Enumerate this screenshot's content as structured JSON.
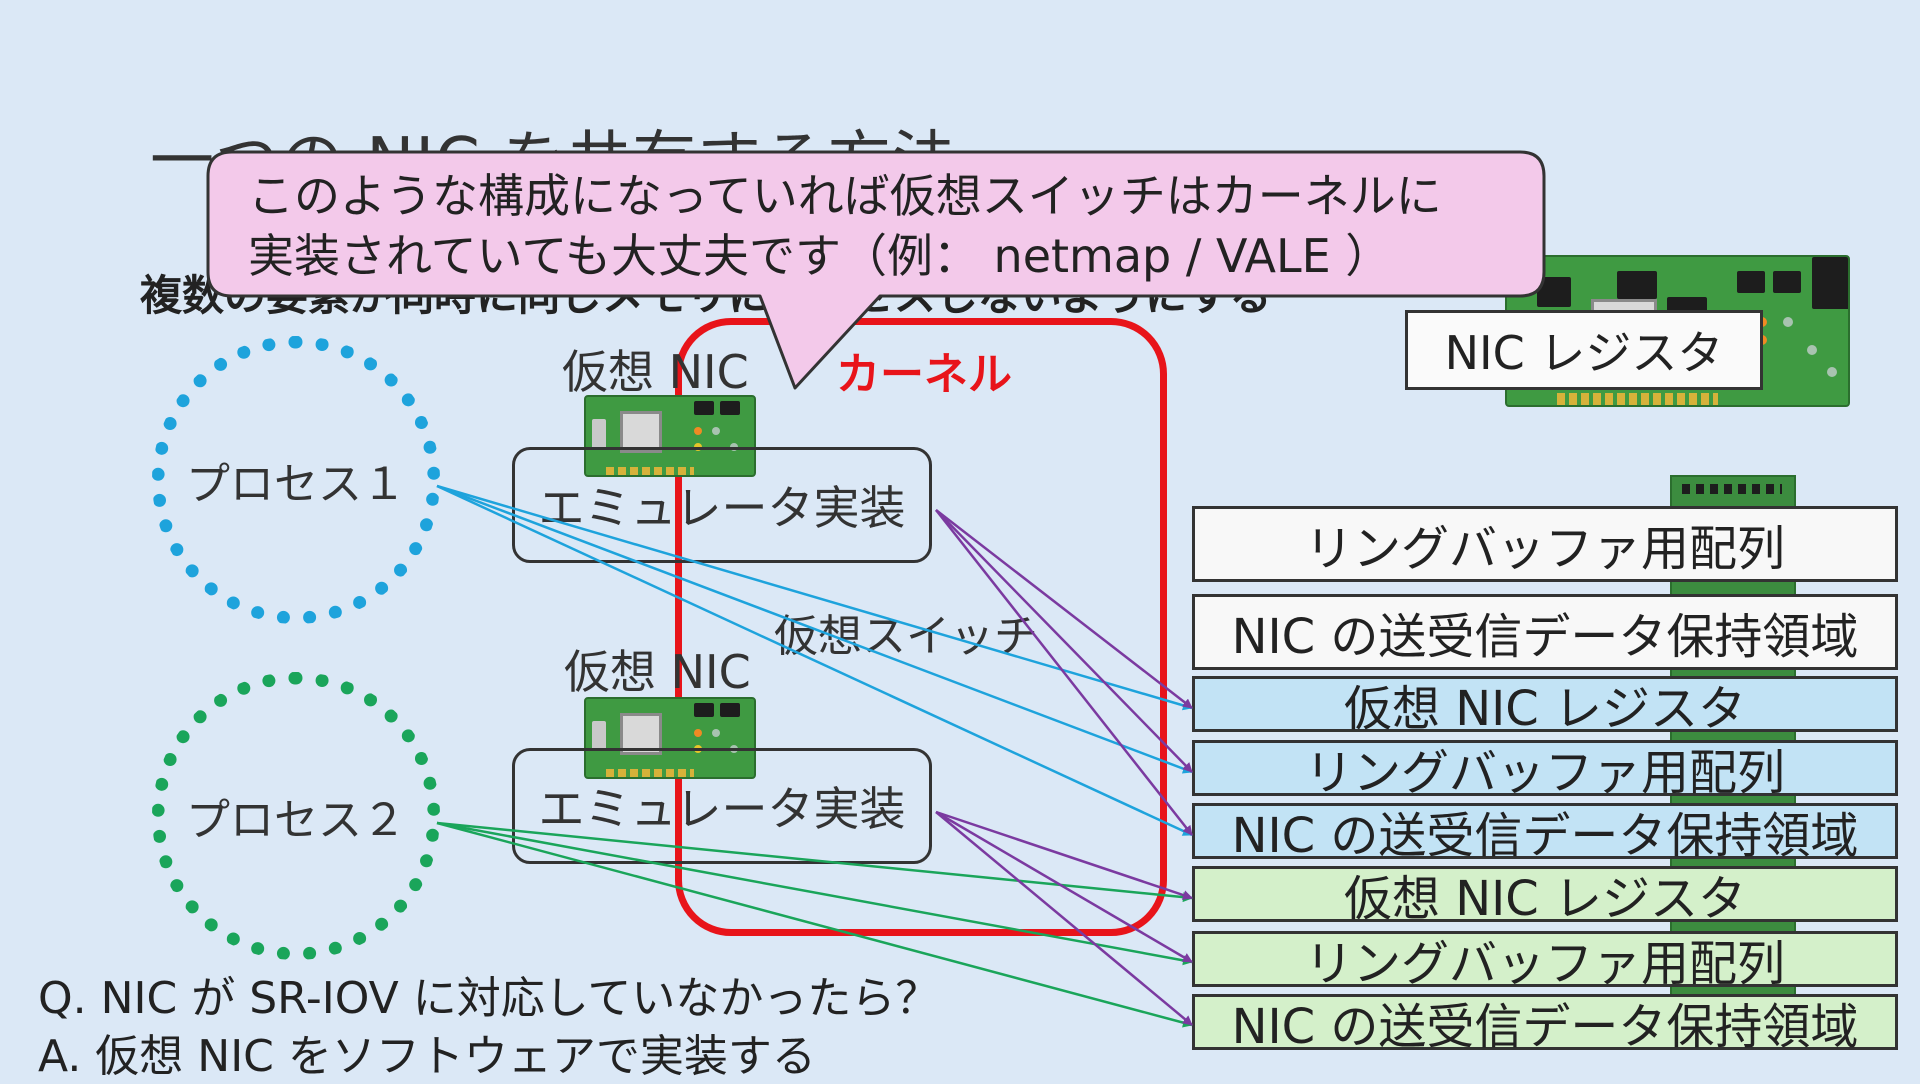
{
  "title": "一つの NIC を共有する方法",
  "subtitle": "複数の要素が同時に同じメモリにアクセスしないようにする",
  "callout": {
    "line1": "このような構成になっていれば仮想スイッチはカーネルに",
    "line2": "実装されていても大丈夫です（例： netmap / VALE ）"
  },
  "processes": [
    {
      "label": "プロセス１"
    },
    {
      "label": "プロセス２"
    }
  ],
  "virtual_nics": [
    {
      "label": "仮想 NIC",
      "emulator": "エミュレータ実装"
    },
    {
      "label": "仮想 NIC",
      "emulator": "エミュレータ実装"
    }
  ],
  "kernel": {
    "label": "カーネル",
    "vswitch_label": "仮想スイッチ"
  },
  "nic_register_label": "NIC レジスタ",
  "physical_nic": [
    {
      "label": "リングバッファ用配列"
    },
    {
      "label": "NIC の送受信データ保持領域"
    }
  ],
  "vnic1_memory": [
    {
      "label": "仮想 NIC レジスタ"
    },
    {
      "label": "リングバッファ用配列"
    },
    {
      "label": "NIC の送受信データ保持領域"
    }
  ],
  "vnic2_memory": [
    {
      "label": "仮想 NIC レジスタ"
    },
    {
      "label": "リングバッファ用配列"
    },
    {
      "label": "NIC の送受信データ保持領域"
    }
  ],
  "qa": {
    "question": "Q. NIC が SR-IOV に対応していなかったら？",
    "answer": "A. 仮想 NIC をソフトウェアで実装する"
  },
  "colors": {
    "background": "#dbe8f6",
    "kernel": "#e8141a",
    "process1": "#1ea3dc",
    "process2": "#1aa55a",
    "emulator_arrow": "#7b3aa0",
    "callout_fill": "#f3c9ea",
    "vnic1_fill": "#c2e3f5",
    "vnic2_fill": "#d4f0ca"
  },
  "icons": [
    "nic-card-icon"
  ]
}
